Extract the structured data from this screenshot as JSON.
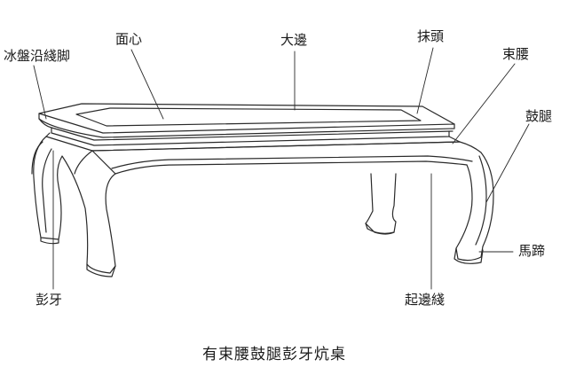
{
  "labels": {
    "bingpan": "冰盤沿綫脚",
    "mianxin": "面心",
    "dabian": "大邊",
    "motou": "抹頭",
    "shuyao": "束腰",
    "gutui": "鼓腿",
    "mati": "馬蹄",
    "qibianxian": "起邊綫",
    "pengya": "彭牙"
  },
  "caption": "有束腰鼓腿彭牙炕桌",
  "colors": {
    "line": "#2a2a2a",
    "background": "#ffffff"
  }
}
